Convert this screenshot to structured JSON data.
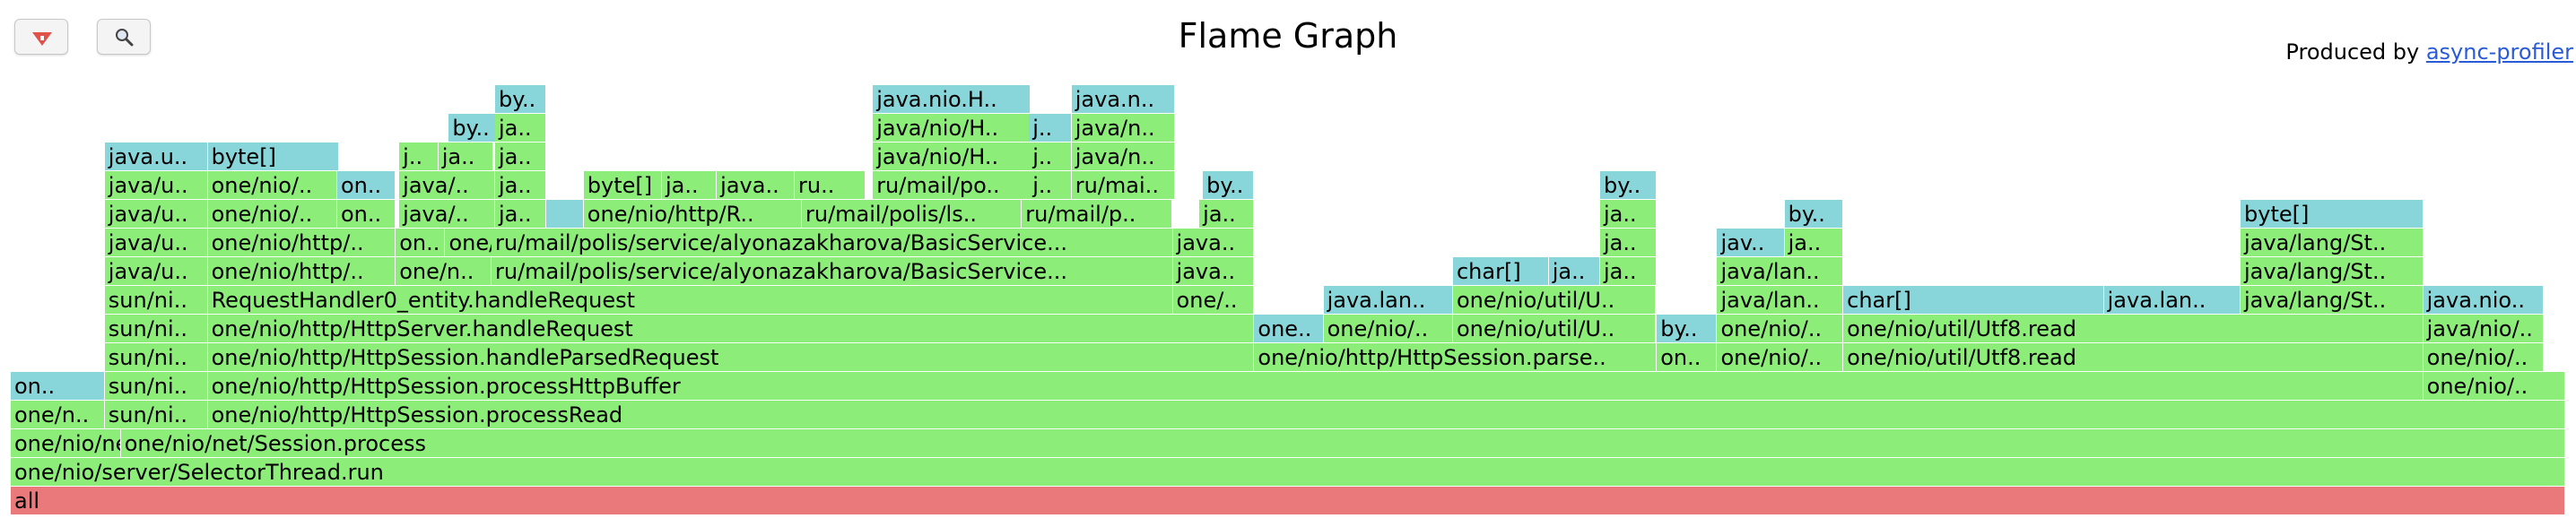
{
  "title": "Flame Graph",
  "producer": {
    "prefix": "Produced by ",
    "link_text": "async-profiler"
  },
  "toolbar": {
    "reverse_icon": "triangle-down-icon",
    "search_icon": "magnifier-icon"
  },
  "colors": {
    "green": "#8ced79",
    "teal": "#88d6d9",
    "root": "#e9797a"
  },
  "frames": [
    {
      "label": "all",
      "depth": 0,
      "start": 0,
      "width": 1,
      "kind": "root"
    },
    {
      "label": "one/nio/server/SelectorThread.run",
      "depth": 1,
      "start": 0,
      "width": 1,
      "kind": "java"
    },
    {
      "label": "one/nio/net/J..",
      "depth": 2,
      "start": 0,
      "width": 0.0431,
      "kind": "java"
    },
    {
      "label": "one/nio/net/Session.process",
      "depth": 2,
      "start": 0.0431,
      "width": 0.9569,
      "kind": "java"
    },
    {
      "label": "one/n..",
      "depth": 3,
      "start": 0,
      "width": 0.0368,
      "kind": "java"
    },
    {
      "label": "sun/ni..",
      "depth": 3,
      "start": 0.0368,
      "width": 0.0403,
      "kind": "java"
    },
    {
      "label": "one/nio/http/HttpSession.processRead",
      "depth": 3,
      "start": 0.0771,
      "width": 0.9229,
      "kind": "java"
    },
    {
      "label": "on..",
      "depth": 4,
      "start": 0,
      "width": 0.0368,
      "kind": "alloc"
    },
    {
      "label": "sun/ni..",
      "depth": 4,
      "start": 0.0368,
      "width": 0.0403,
      "kind": "java"
    },
    {
      "label": "one/nio/http/HttpSession.processHttpBuffer",
      "depth": 4,
      "start": 0.0771,
      "width": 0.8673,
      "kind": "java"
    },
    {
      "label": "one/nio/..",
      "depth": 4,
      "start": 0.9444,
      "width": 0.0556,
      "kind": "java"
    },
    {
      "label": "sun/ni..",
      "depth": 5,
      "start": 0.0368,
      "width": 0.0403,
      "kind": "java"
    },
    {
      "label": "one/nio/http/HttpSession.handleParsedRequest",
      "depth": 5,
      "start": 0.0771,
      "width": 0.4097,
      "kind": "java"
    },
    {
      "label": "one/nio/http/HttpSession.parse..",
      "depth": 5,
      "start": 0.4868,
      "width": 0.1576,
      "kind": "java"
    },
    {
      "label": "on..",
      "depth": 5,
      "start": 0.6444,
      "width": 0.0236,
      "kind": "java"
    },
    {
      "label": "one/nio/..",
      "depth": 5,
      "start": 0.668,
      "width": 0.0493,
      "kind": "java"
    },
    {
      "label": "one/nio/util/Utf8.read",
      "depth": 5,
      "start": 0.7174,
      "width": 0.2271,
      "kind": "java"
    },
    {
      "label": "one/nio/..",
      "depth": 5,
      "start": 0.9444,
      "width": 0.0472,
      "kind": "java"
    },
    {
      "label": "sun/ni..",
      "depth": 6,
      "start": 0.0368,
      "width": 0.0403,
      "kind": "java"
    },
    {
      "label": "one/nio/http/HttpServer.handleRequest",
      "depth": 6,
      "start": 0.0771,
      "width": 0.4097,
      "kind": "java"
    },
    {
      "label": "one..",
      "depth": 6,
      "start": 0.4868,
      "width": 0.0271,
      "kind": "alloc"
    },
    {
      "label": "one/nio/..",
      "depth": 6,
      "start": 0.5139,
      "width": 0.0507,
      "kind": "java"
    },
    {
      "label": "one/nio/util/U..",
      "depth": 6,
      "start": 0.5646,
      "width": 0.0792,
      "kind": "java"
    },
    {
      "label": "by..",
      "depth": 6,
      "start": 0.6444,
      "width": 0.0236,
      "kind": "alloc"
    },
    {
      "label": "one/nio/..",
      "depth": 6,
      "start": 0.668,
      "width": 0.0493,
      "kind": "java"
    },
    {
      "label": "one/nio/util/Utf8.read",
      "depth": 6,
      "start": 0.7174,
      "width": 0.2271,
      "kind": "java"
    },
    {
      "label": "java/nio/..",
      "depth": 6,
      "start": 0.9444,
      "width": 0.0472,
      "kind": "java"
    },
    {
      "label": "sun/ni..",
      "depth": 7,
      "start": 0.0368,
      "width": 0.0403,
      "kind": "java"
    },
    {
      "label": "RequestHandler0_entity.handleRequest",
      "depth": 7,
      "start": 0.0771,
      "width": 0.3778,
      "kind": "java"
    },
    {
      "label": "one/..",
      "depth": 7,
      "start": 0.4549,
      "width": 0.0319,
      "kind": "java"
    },
    {
      "label": "java.lan..",
      "depth": 7,
      "start": 0.5139,
      "width": 0.0507,
      "kind": "alloc"
    },
    {
      "label": "one/nio/util/U..",
      "depth": 7,
      "start": 0.5646,
      "width": 0.0792,
      "kind": "java"
    },
    {
      "label": "java/lan..",
      "depth": 7,
      "start": 0.668,
      "width": 0.0493,
      "kind": "java"
    },
    {
      "label": "char[]",
      "depth": 7,
      "start": 0.7174,
      "width": 0.1021,
      "kind": "alloc"
    },
    {
      "label": "java.lan..",
      "depth": 7,
      "start": 0.8194,
      "width": 0.0535,
      "kind": "alloc"
    },
    {
      "label": "java/lang/St..",
      "depth": 7,
      "start": 0.8729,
      "width": 0.0715,
      "kind": "java"
    },
    {
      "label": "java.nio..",
      "depth": 7,
      "start": 0.9444,
      "width": 0.0472,
      "kind": "alloc"
    },
    {
      "label": "java/u..",
      "depth": 8,
      "start": 0.0368,
      "width": 0.0403,
      "kind": "java"
    },
    {
      "label": "one/nio/http/..",
      "depth": 8,
      "start": 0.0771,
      "width": 0.0736,
      "kind": "java"
    },
    {
      "label": "one/n..",
      "depth": 8,
      "start": 0.1507,
      "width": 0.0375,
      "kind": "java"
    },
    {
      "label": "ru/mail/polis/service/alyonazakharova/BasicService...",
      "depth": 8,
      "start": 0.1882,
      "width": 0.2667,
      "kind": "java"
    },
    {
      "label": "java..",
      "depth": 8,
      "start": 0.4549,
      "width": 0.0319,
      "kind": "java"
    },
    {
      "label": "char[]",
      "depth": 8,
      "start": 0.5646,
      "width": 0.0375,
      "kind": "alloc"
    },
    {
      "label": "ja..",
      "depth": 8,
      "start": 0.6021,
      "width": 0.0201,
      "kind": "alloc"
    },
    {
      "label": "ja..",
      "depth": 8,
      "start": 0.6222,
      "width": 0.0222,
      "kind": "java"
    },
    {
      "label": "java/lan..",
      "depth": 8,
      "start": 0.668,
      "width": 0.0493,
      "kind": "java"
    },
    {
      "label": "java/lang/St..",
      "depth": 8,
      "start": 0.8729,
      "width": 0.0715,
      "kind": "java"
    },
    {
      "label": "java/u..",
      "depth": 9,
      "start": 0.0368,
      "width": 0.0403,
      "kind": "java"
    },
    {
      "label": "one/nio/http/..",
      "depth": 9,
      "start": 0.0771,
      "width": 0.0736,
      "kind": "java"
    },
    {
      "label": "on..",
      "depth": 9,
      "start": 0.1507,
      "width": 0.0194,
      "kind": "java"
    },
    {
      "label": "one/n..",
      "depth": 9,
      "start": 0.1701,
      "width": 0.0354,
      "kind": "java"
    },
    {
      "label": "ru/mail/polis/service/alyonazakharova/BasicService...",
      "depth": 9,
      "start": 0.1882,
      "width": 0.2667,
      "kind": "java"
    },
    {
      "label": "java..",
      "depth": 9,
      "start": 0.4549,
      "width": 0.0319,
      "kind": "java"
    },
    {
      "label": "ja..",
      "depth": 9,
      "start": 0.6222,
      "width": 0.0222,
      "kind": "java"
    },
    {
      "label": "jav..",
      "depth": 9,
      "start": 0.668,
      "width": 0.0264,
      "kind": "alloc"
    },
    {
      "label": "ja..",
      "depth": 9,
      "start": 0.6944,
      "width": 0.0229,
      "kind": "java"
    },
    {
      "label": "java/lang/St..",
      "depth": 9,
      "start": 0.8729,
      "width": 0.0715,
      "kind": "java"
    },
    {
      "label": "java/u..",
      "depth": 10,
      "start": 0.0368,
      "width": 0.0403,
      "kind": "java"
    },
    {
      "label": "one/nio/..",
      "depth": 10,
      "start": 0.0771,
      "width": 0.0507,
      "kind": "java"
    },
    {
      "label": "on..",
      "depth": 10,
      "start": 0.1278,
      "width": 0.0229,
      "kind": "java"
    },
    {
      "label": "java/..",
      "depth": 10,
      "start": 0.1521,
      "width": 0.0375,
      "kind": "java"
    },
    {
      "label": "ja..",
      "depth": 10,
      "start": 0.1896,
      "width": 0.0201,
      "kind": "java"
    },
    {
      "label": "",
      "depth": 10,
      "start": 0.2097,
      "width": 0.0146,
      "kind": "alloc"
    },
    {
      "label": "one/nio/http/R..",
      "depth": 10,
      "start": 0.2243,
      "width": 0.0854,
      "kind": "java"
    },
    {
      "label": "ru/mail/polis/ls..",
      "depth": 10,
      "start": 0.3097,
      "width": 0.0861,
      "kind": "java"
    },
    {
      "label": "ru/mail/p..",
      "depth": 10,
      "start": 0.3958,
      "width": 0.059,
      "kind": "java"
    },
    {
      "label": "ja..",
      "depth": 10,
      "start": 0.4653,
      "width": 0.0215,
      "kind": "java"
    },
    {
      "label": "ja..",
      "depth": 10,
      "start": 0.6222,
      "width": 0.0222,
      "kind": "java"
    },
    {
      "label": "by..",
      "depth": 10,
      "start": 0.6944,
      "width": 0.0229,
      "kind": "alloc"
    },
    {
      "label": "byte[]",
      "depth": 10,
      "start": 0.8729,
      "width": 0.0715,
      "kind": "alloc"
    },
    {
      "label": "java/u..",
      "depth": 11,
      "start": 0.0368,
      "width": 0.0403,
      "kind": "java"
    },
    {
      "label": "one/nio/..",
      "depth": 11,
      "start": 0.0771,
      "width": 0.0507,
      "kind": "java"
    },
    {
      "label": "on..",
      "depth": 11,
      "start": 0.1278,
      "width": 0.0229,
      "kind": "alloc"
    },
    {
      "label": "java/..",
      "depth": 11,
      "start": 0.1521,
      "width": 0.0375,
      "kind": "java"
    },
    {
      "label": "ja..",
      "depth": 11,
      "start": 0.1896,
      "width": 0.0201,
      "kind": "java"
    },
    {
      "label": "byte[]",
      "depth": 11,
      "start": 0.2243,
      "width": 0.0306,
      "kind": "java"
    },
    {
      "label": "ja..",
      "depth": 11,
      "start": 0.2549,
      "width": 0.0215,
      "kind": "java"
    },
    {
      "label": "java..",
      "depth": 11,
      "start": 0.2764,
      "width": 0.0306,
      "kind": "java"
    },
    {
      "label": "ru..",
      "depth": 11,
      "start": 0.3069,
      "width": 0.0278,
      "kind": "java"
    },
    {
      "label": "ru/mail/po..",
      "depth": 11,
      "start": 0.3375,
      "width": 0.0618,
      "kind": "java"
    },
    {
      "label": "j..",
      "depth": 11,
      "start": 0.3986,
      "width": 0.0167,
      "kind": "java"
    },
    {
      "label": "ru/mai..",
      "depth": 11,
      "start": 0.4153,
      "width": 0.0403,
      "kind": "java"
    },
    {
      "label": "by..",
      "depth": 11,
      "start": 0.4667,
      "width": 0.0201,
      "kind": "alloc"
    },
    {
      "label": "by..",
      "depth": 11,
      "start": 0.6222,
      "width": 0.0222,
      "kind": "alloc"
    },
    {
      "label": "java.u..",
      "depth": 12,
      "start": 0.0368,
      "width": 0.0403,
      "kind": "alloc"
    },
    {
      "label": "byte[]",
      "depth": 12,
      "start": 0.0771,
      "width": 0.0514,
      "kind": "alloc"
    },
    {
      "label": "j..",
      "depth": 12,
      "start": 0.1521,
      "width": 0.0153,
      "kind": "java"
    },
    {
      "label": "ja..",
      "depth": 12,
      "start": 0.1674,
      "width": 0.0215,
      "kind": "java"
    },
    {
      "label": "ja..",
      "depth": 12,
      "start": 0.1896,
      "width": 0.0201,
      "kind": "java"
    },
    {
      "label": "java/nio/H..",
      "depth": 12,
      "start": 0.3375,
      "width": 0.0618,
      "kind": "java"
    },
    {
      "label": "j..",
      "depth": 12,
      "start": 0.3986,
      "width": 0.0167,
      "kind": "java"
    },
    {
      "label": "java/n..",
      "depth": 12,
      "start": 0.4153,
      "width": 0.0403,
      "kind": "java"
    },
    {
      "label": "by..",
      "depth": 13,
      "start": 0.1715,
      "width": 0.0194,
      "kind": "alloc"
    },
    {
      "label": "ja..",
      "depth": 13,
      "start": 0.1896,
      "width": 0.0201,
      "kind": "java"
    },
    {
      "label": "java/nio/H..",
      "depth": 13,
      "start": 0.3375,
      "width": 0.0618,
      "kind": "java"
    },
    {
      "label": "j..",
      "depth": 13,
      "start": 0.3986,
      "width": 0.0167,
      "kind": "alloc"
    },
    {
      "label": "java/n..",
      "depth": 13,
      "start": 0.4153,
      "width": 0.0403,
      "kind": "java"
    },
    {
      "label": "by..",
      "depth": 14,
      "start": 0.1896,
      "width": 0.0201,
      "kind": "alloc"
    },
    {
      "label": "java.nio.H..",
      "depth": 14,
      "start": 0.3375,
      "width": 0.0618,
      "kind": "alloc"
    },
    {
      "label": "java.n..",
      "depth": 14,
      "start": 0.4153,
      "width": 0.0403,
      "kind": "alloc"
    }
  ]
}
